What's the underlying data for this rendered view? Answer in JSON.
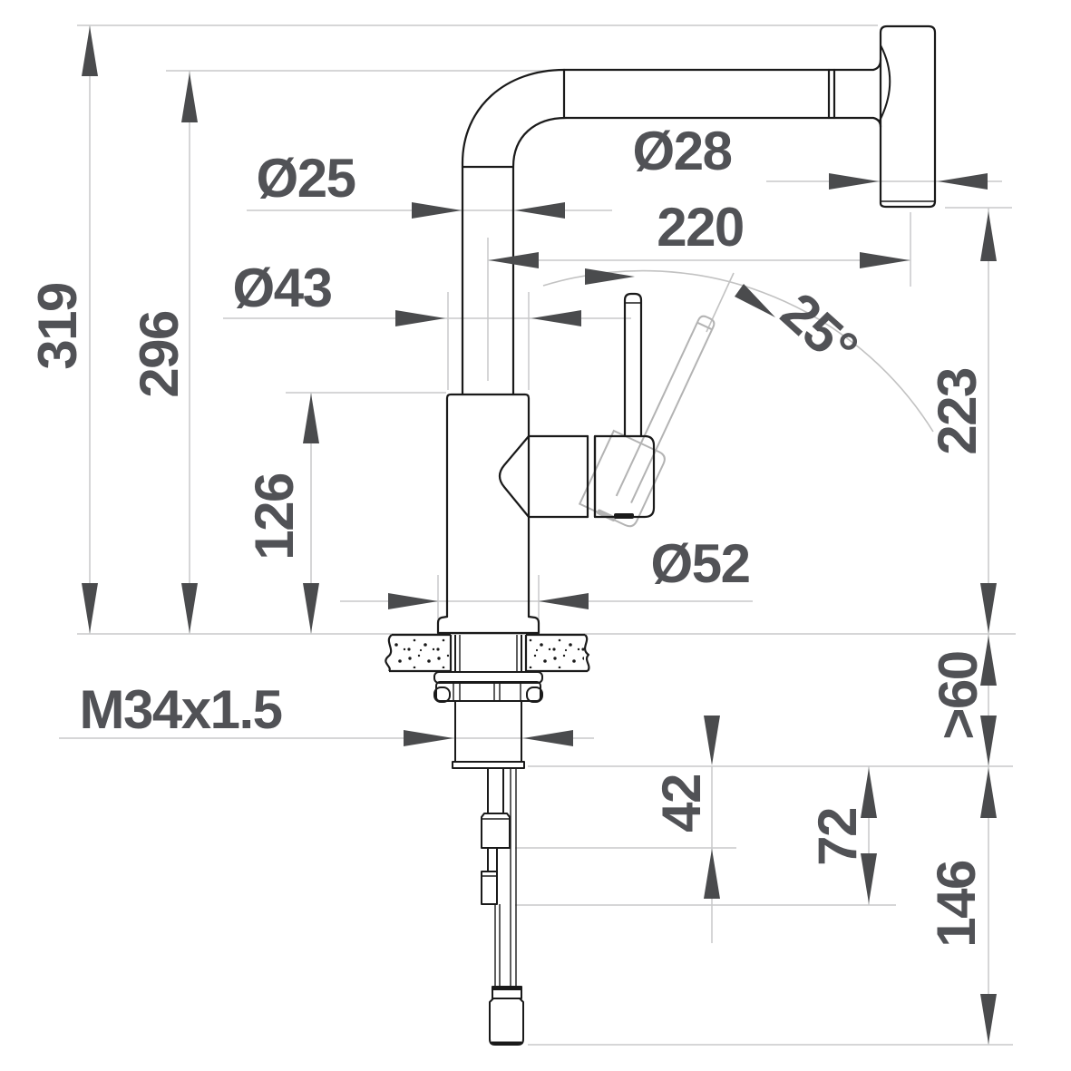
{
  "drawing": {
    "type": "faucet-installation-dimension-drawing",
    "units": "mm",
    "dimensions": {
      "overall_height": "319",
      "spout_top_height": "296",
      "body_height": "126",
      "spout_tube_diameter": "Ø25",
      "body_diameter": "Ø43",
      "spray_head_diameter": "Ø28",
      "spout_reach": "220",
      "base_diameter": "Ø52",
      "mounting_thread": "M34x1.5",
      "handle_swivel_angle": "25°",
      "head_above_deck": "223",
      "deck_thickness_clearance": ">60",
      "below_deck_nut_depth": "42",
      "below_deck_hose_start": "72",
      "below_deck_hose_drop": "146"
    },
    "colors": {
      "outline": "#1a1a1a",
      "dimension_line": "#c8c9ca",
      "arrow": "#4a4b4d",
      "label_text": "#515256",
      "ghost_line": "#b3b3b3",
      "background": "#ffffff"
    }
  }
}
